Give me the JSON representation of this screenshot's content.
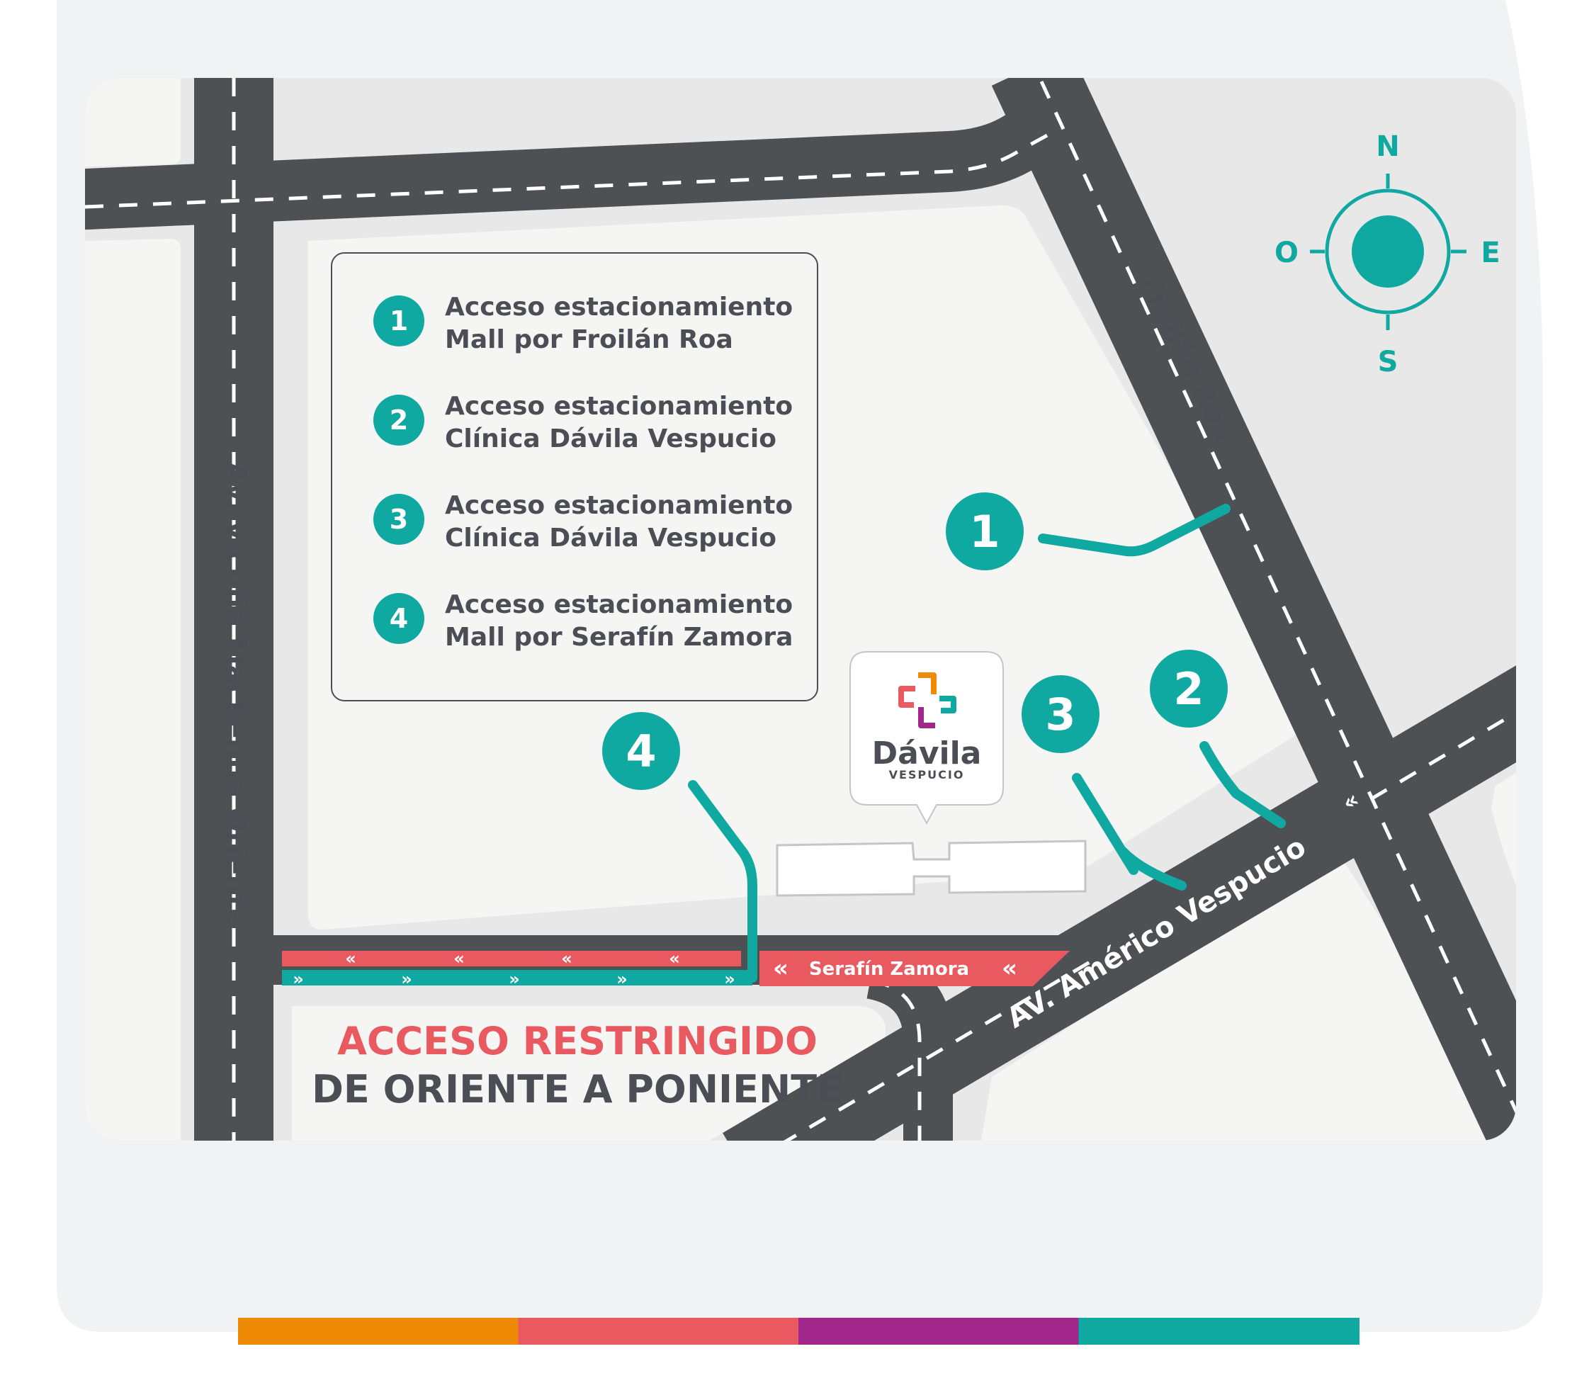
{
  "colors": {
    "teal": "#10a9a2",
    "red": "#e85a60",
    "road": "#4d5154",
    "text": "#4b4f55",
    "orange": "#ef8a06",
    "purple": "#a0268a"
  },
  "legend": [
    {
      "number": "1",
      "line1": "Acceso estacionamiento",
      "line2": "Mall por Froilán Roa"
    },
    {
      "number": "2",
      "line1": "Acceso estacionamiento",
      "line2": "Clínica Dávila Vespucio"
    },
    {
      "number": "3",
      "line1": "Acceso estacionamiento",
      "line2": "Clínica Dávila Vespucio"
    },
    {
      "number": "4",
      "line1": "Acceso estacionamiento",
      "line2": "Mall por Serafín Zamora"
    }
  ],
  "markers": [
    "1",
    "2",
    "3",
    "4"
  ],
  "streets": {
    "vicuna": "Av. Vicuña Mackenna Oriente",
    "froilan": "Froilán Roa",
    "vespucio": "AV. Américo Vespucio",
    "serafin": "Serafín Zamora"
  },
  "compass": {
    "north": "N",
    "south": "S",
    "east": "E",
    "west": "O",
    "icon": "compass-icon"
  },
  "logo": {
    "name": "Dávila",
    "subtitle": "VESPUCIO",
    "icon": "davila-cross-logo"
  },
  "restriction": {
    "line1": "ACCESO RESTRINGIDO",
    "line2": "DE ORIENTE A PONIENTE"
  },
  "chevrons": {
    "left": "«",
    "right": "»"
  },
  "footer_bar_colors": [
    "#ef8a06",
    "#e85a60",
    "#a0268a",
    "#10a9a2"
  ]
}
